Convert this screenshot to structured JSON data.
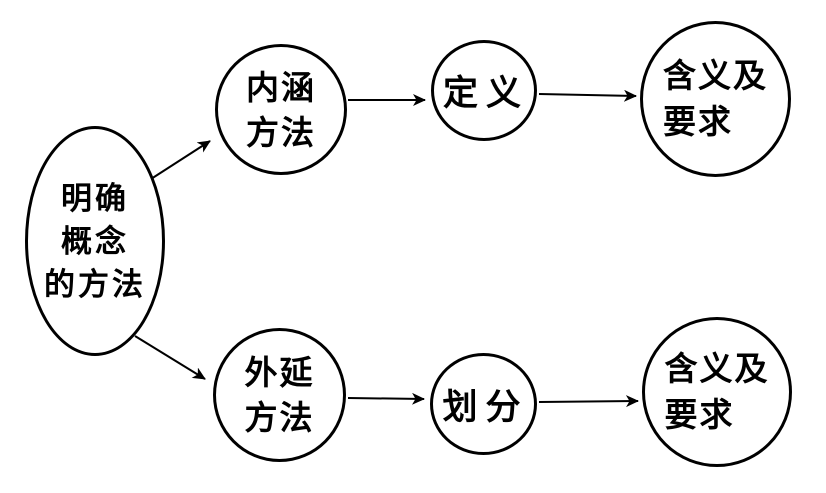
{
  "page": {
    "background": "#ffffff"
  },
  "diagram": {
    "type": "flowchart",
    "stroke_color": "#000000",
    "text_color": "#000000",
    "root": {
      "shape": "ellipse",
      "lines": [
        "明确",
        "概念",
        "的方法"
      ]
    },
    "top_branch": {
      "method": {
        "shape": "circle",
        "lines": [
          "内涵",
          "方法"
        ]
      },
      "step": {
        "shape": "circle",
        "label": "定义"
      },
      "result": {
        "shape": "circle",
        "lines": [
          "含义及",
          "要求"
        ]
      }
    },
    "bottom_branch": {
      "method": {
        "shape": "circle",
        "lines": [
          "外延",
          "方法"
        ]
      },
      "step": {
        "shape": "circle",
        "label": "划分"
      },
      "result": {
        "shape": "circle",
        "lines": [
          "含义及",
          "要求"
        ]
      }
    },
    "edges": [
      {
        "from": "root",
        "to": "top-method"
      },
      {
        "from": "top-method",
        "to": "top-step"
      },
      {
        "from": "top-step",
        "to": "top-result"
      },
      {
        "from": "root",
        "to": "bottom-method"
      },
      {
        "from": "bottom-method",
        "to": "bottom-step"
      },
      {
        "from": "bottom-step",
        "to": "bottom-result"
      }
    ]
  }
}
